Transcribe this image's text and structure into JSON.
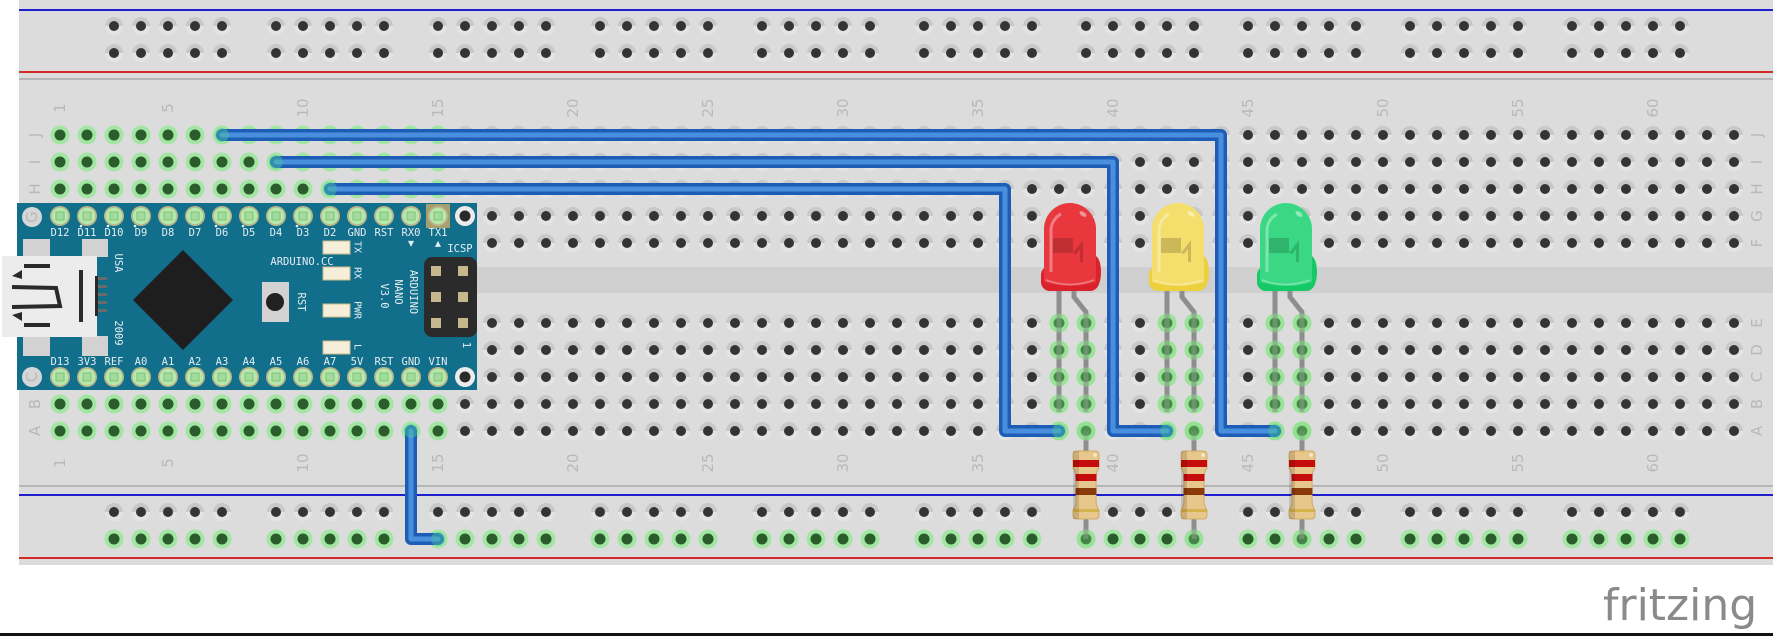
{
  "app": {
    "logo_text": "fritzing"
  },
  "breadboard": {
    "column_count": 63,
    "row_labels_top": [
      "J",
      "I",
      "H",
      "G",
      "F"
    ],
    "row_labels_bottom": [
      "E",
      "D",
      "C",
      "B",
      "A"
    ],
    "column_labels": [
      "1",
      "5",
      "10",
      "15",
      "20",
      "25",
      "30",
      "35",
      "40",
      "45",
      "50",
      "55",
      "60"
    ],
    "rail_group_count": 10,
    "rail_group_size": 5,
    "colors": {
      "board": "#dcdcdc",
      "channel": "#cfcfcf",
      "rail_red": "#d42a2a",
      "rail_blue": "#1f1fd0",
      "hole_ring": "#e4e4e4",
      "hole_shade": "#c8c8c8",
      "hole_center": "#343434",
      "connected_ring": "#a3e5a3",
      "connected_center": "#2a5c2c"
    },
    "connected_holes": [
      {
        "rows": [
          "J",
          "I",
          "H",
          "B",
          "A"
        ],
        "cols": [
          1,
          2,
          3,
          4,
          5,
          6,
          7,
          8,
          9,
          10,
          11,
          12,
          13,
          14,
          15
        ]
      },
      {
        "rows": [
          "E",
          "D",
          "C",
          "B",
          "A"
        ],
        "cols": [
          38,
          39,
          42,
          43,
          46,
          47
        ]
      },
      {
        "rows": [
          "B2"
        ],
        "cols": "all"
      }
    ]
  },
  "nano": {
    "board_color": "#126f8c",
    "title_lines": [
      "ARDUINO",
      "NANO",
      "V3.0"
    ],
    "website": "ARDUINO.CC",
    "country": "USA",
    "year": "2009",
    "reset_button_label": "RST",
    "status_leds": [
      "TX",
      "RX",
      "PWR",
      "L"
    ],
    "icsp_label": "ICSP",
    "icsp_pin1_label": "1",
    "rx_marker": "▼",
    "tx_marker": "▲",
    "start_col": 1,
    "top_row": "G",
    "bottom_row": "C",
    "top_pins": [
      {
        "label": "D12",
        "pwm": false
      },
      {
        "label": "D11",
        "pwm": true
      },
      {
        "label": "D10",
        "pwm": true
      },
      {
        "label": "D9",
        "pwm": true
      },
      {
        "label": "D8",
        "pwm": false
      },
      {
        "label": "D7",
        "pwm": false
      },
      {
        "label": "D6",
        "pwm": true
      },
      {
        "label": "D5",
        "pwm": true
      },
      {
        "label": "D4",
        "pwm": false
      },
      {
        "label": "D3",
        "pwm": true
      },
      {
        "label": "D2",
        "pwm": false
      },
      {
        "label": "GND",
        "pwm": false
      },
      {
        "label": "RST",
        "pwm": false
      },
      {
        "label": "RX0",
        "pwm": false
      },
      {
        "label": "TX1",
        "pwm": false
      }
    ],
    "bottom_pins": [
      {
        "label": "D13"
      },
      {
        "label": "3V3"
      },
      {
        "label": "REF"
      },
      {
        "label": "A0"
      },
      {
        "label": "A1"
      },
      {
        "label": "A2"
      },
      {
        "label": "A3"
      },
      {
        "label": "A4"
      },
      {
        "label": "A5"
      },
      {
        "label": "A6"
      },
      {
        "label": "A7"
      },
      {
        "label": "5V"
      },
      {
        "label": "RST"
      },
      {
        "label": "GND"
      },
      {
        "label": "VIN"
      }
    ]
  },
  "leds": [
    {
      "name": "red-led",
      "body": "#e8383e",
      "base": "#d9222b",
      "anode_col": 38,
      "cathode_col": 39
    },
    {
      "name": "yellow-led",
      "body": "#f4de6c",
      "base": "#ecd03e",
      "anode_col": 42,
      "cathode_col": 43
    },
    {
      "name": "green-led",
      "body": "#3ad884",
      "base": "#17c867",
      "anode_col": 46,
      "cathode_col": 47
    }
  ],
  "resistors": [
    {
      "col": 39,
      "bands": [
        "red",
        "red",
        "brown",
        "gold"
      ]
    },
    {
      "col": 43,
      "bands": [
        "red",
        "red",
        "brown",
        "gold"
      ]
    },
    {
      "col": 47,
      "bands": [
        "red",
        "red",
        "brown",
        "gold"
      ]
    }
  ],
  "band_colors": {
    "red": "#c60d0d",
    "brown": "#8a3a08",
    "gold": "#d4b24c"
  },
  "wires": [
    {
      "name": "wire-d6-green",
      "color": "#4a8fdd",
      "outline": "#1e5db6",
      "points": [
        [
          "J",
          7
        ],
        [
          "J",
          44
        ],
        [
          "A",
          44
        ],
        [
          "A",
          46
        ]
      ]
    },
    {
      "name": "wire-d4-yellow",
      "color": "#4a8fdd",
      "outline": "#1e5db6",
      "points": [
        [
          "I",
          9
        ],
        [
          "I",
          40
        ],
        [
          "A",
          40
        ],
        [
          "A",
          42
        ]
      ]
    },
    {
      "name": "wire-d2-red",
      "color": "#4a8fdd",
      "outline": "#1e5db6",
      "points": [
        [
          "H",
          11
        ],
        [
          "H",
          36
        ],
        [
          "A",
          36
        ],
        [
          "A",
          38
        ]
      ]
    },
    {
      "name": "wire-gnd-rail",
      "color": "#4a8fdd",
      "outline": "#1e5db6",
      "points": [
        [
          "A",
          14
        ],
        [
          "B2",
          14
        ],
        [
          "B2",
          15
        ]
      ]
    }
  ]
}
